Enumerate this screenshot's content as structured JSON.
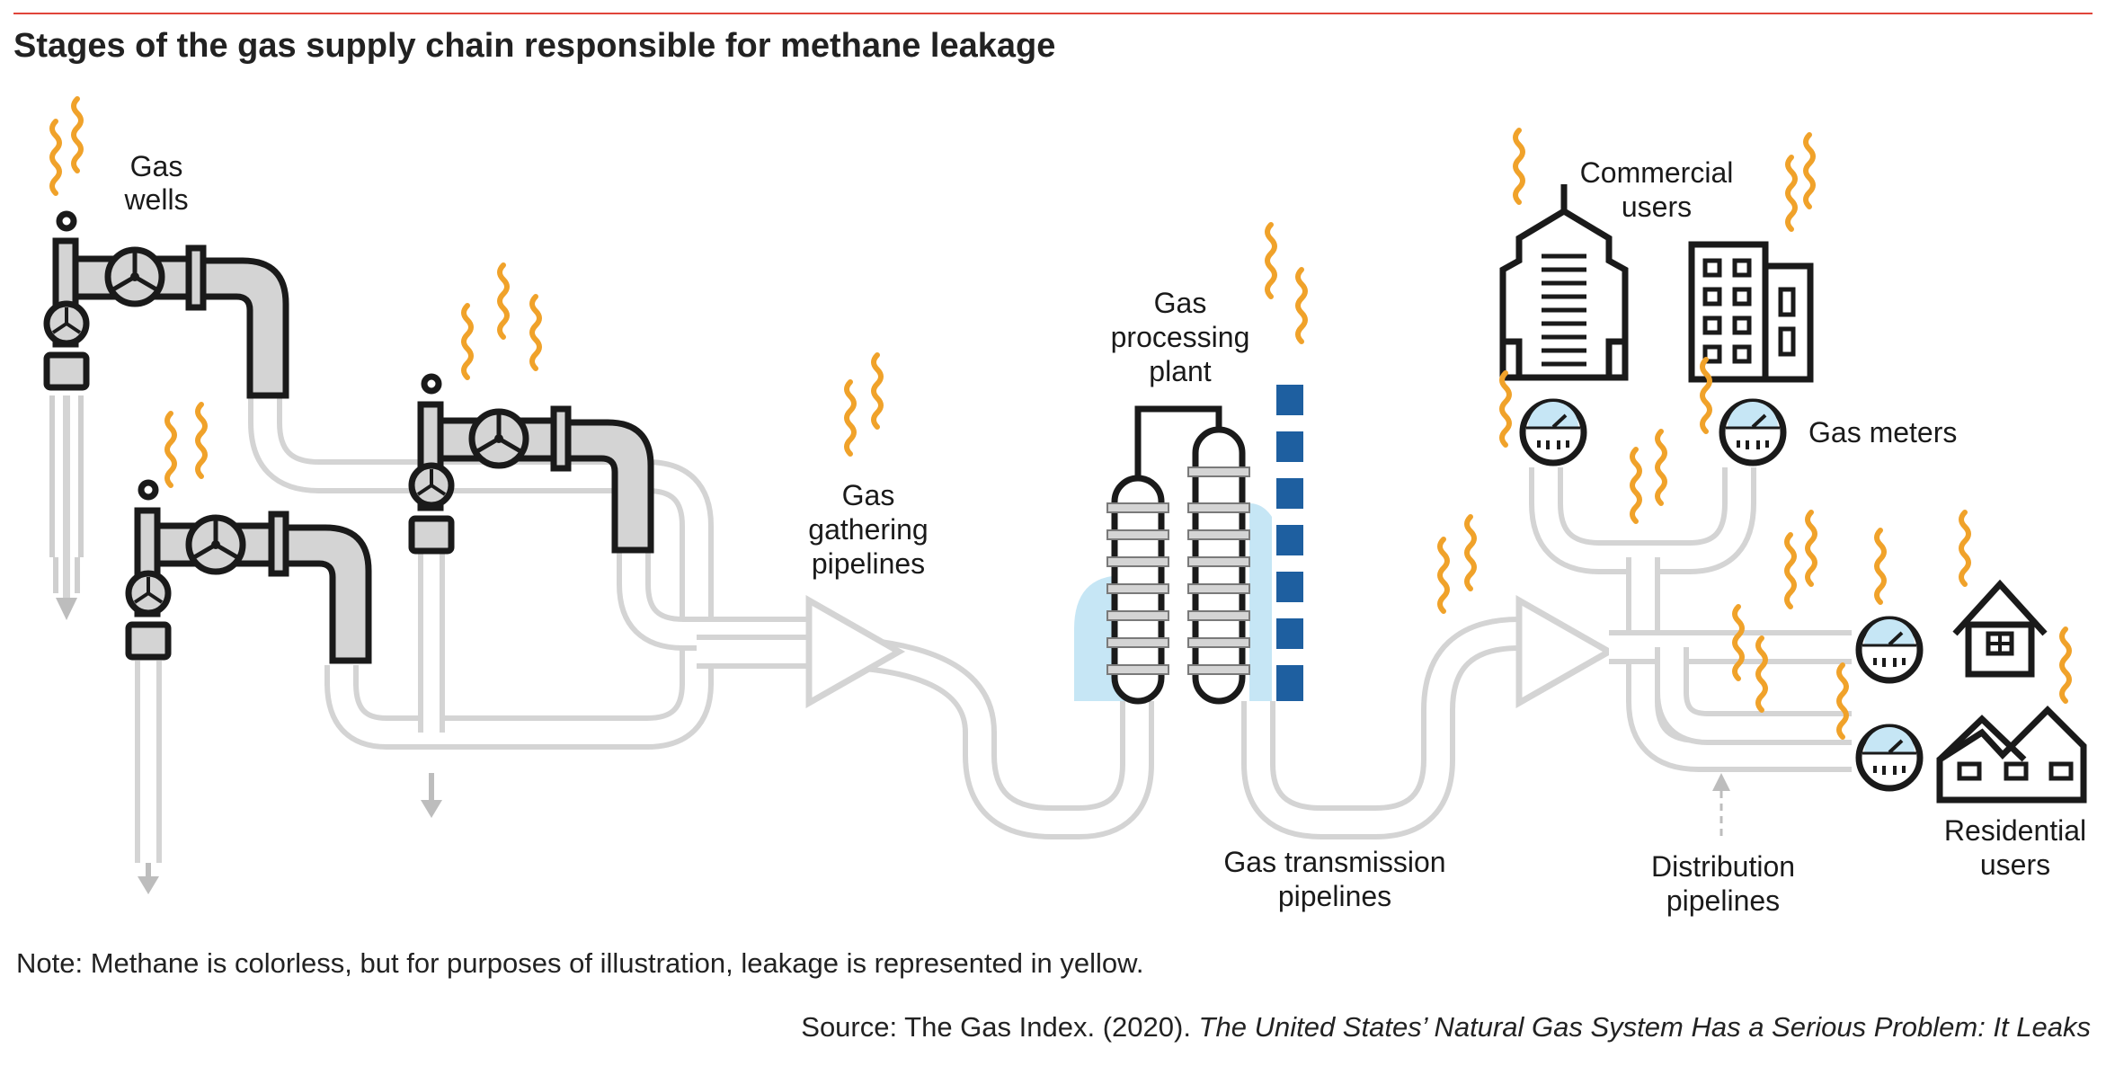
{
  "title": "Stages of the gas supply chain responsible for methane leakage",
  "labels": {
    "gas_wells": [
      "Gas",
      "wells"
    ],
    "gathering": [
      "Gas",
      "gathering",
      "pipelines"
    ],
    "processing": [
      "Gas",
      "processing",
      "plant"
    ],
    "transmission": [
      "Gas transmission",
      "pipelines"
    ],
    "commercial": [
      "Commercial",
      "users"
    ],
    "gas_meters": "Gas meters",
    "distribution": [
      "Distribution",
      "pipelines"
    ],
    "residential": [
      "Residential",
      "users"
    ]
  },
  "note": "Note: Methane is colorless, but for purposes of illustration, leakage is represented in yellow.",
  "source": {
    "prefix": "Source: The Gas Index. (2020). ",
    "title": "The United States’ Natural Gas System Has a Serious Problem: It Leaks"
  },
  "colors": {
    "rule": "#e0453a",
    "pipeline": "#d4d4d4",
    "leak": "#f0a22a",
    "chimney": "#1e5fa0",
    "light_blue": "#c6e6f5",
    "outline": "#1a1a1a"
  }
}
